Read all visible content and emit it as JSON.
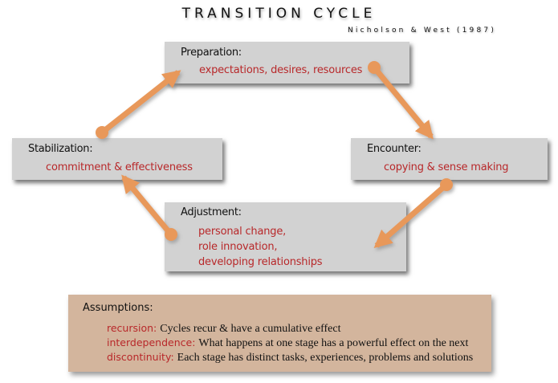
{
  "title": "TRANSITION CYCLE",
  "citation": "Nicholson & West (1987)",
  "stages": {
    "preparation": {
      "heading": "Preparation:",
      "lines": [
        "expectations, desires, resources"
      ]
    },
    "encounter": {
      "heading": "Encounter:",
      "lines": [
        "copying & sense making"
      ]
    },
    "adjustment": {
      "heading": "Adjustment:",
      "lines": [
        "personal change,",
        "role innovation,",
        "developing relationships"
      ]
    },
    "stabilization": {
      "heading": "Stabilization:",
      "lines": [
        "commitment & effectiveness"
      ]
    }
  },
  "assumptions": {
    "heading": "Assumptions:",
    "items": [
      {
        "term": "recursion:",
        "text": "Cycles recur & have a cumulative effect"
      },
      {
        "term": "interdependence:",
        "text": "What happens at one stage has a powerful effect on the next"
      },
      {
        "term": "discontinuity:",
        "text": "Each stage has distinct tasks, experiences, problems and solutions"
      }
    ]
  },
  "colors": {
    "box": "#d2d2d2",
    "accent_text": "#b8282a",
    "arrow": "#e8985a",
    "assumptions_bg": "#d3b59d"
  }
}
